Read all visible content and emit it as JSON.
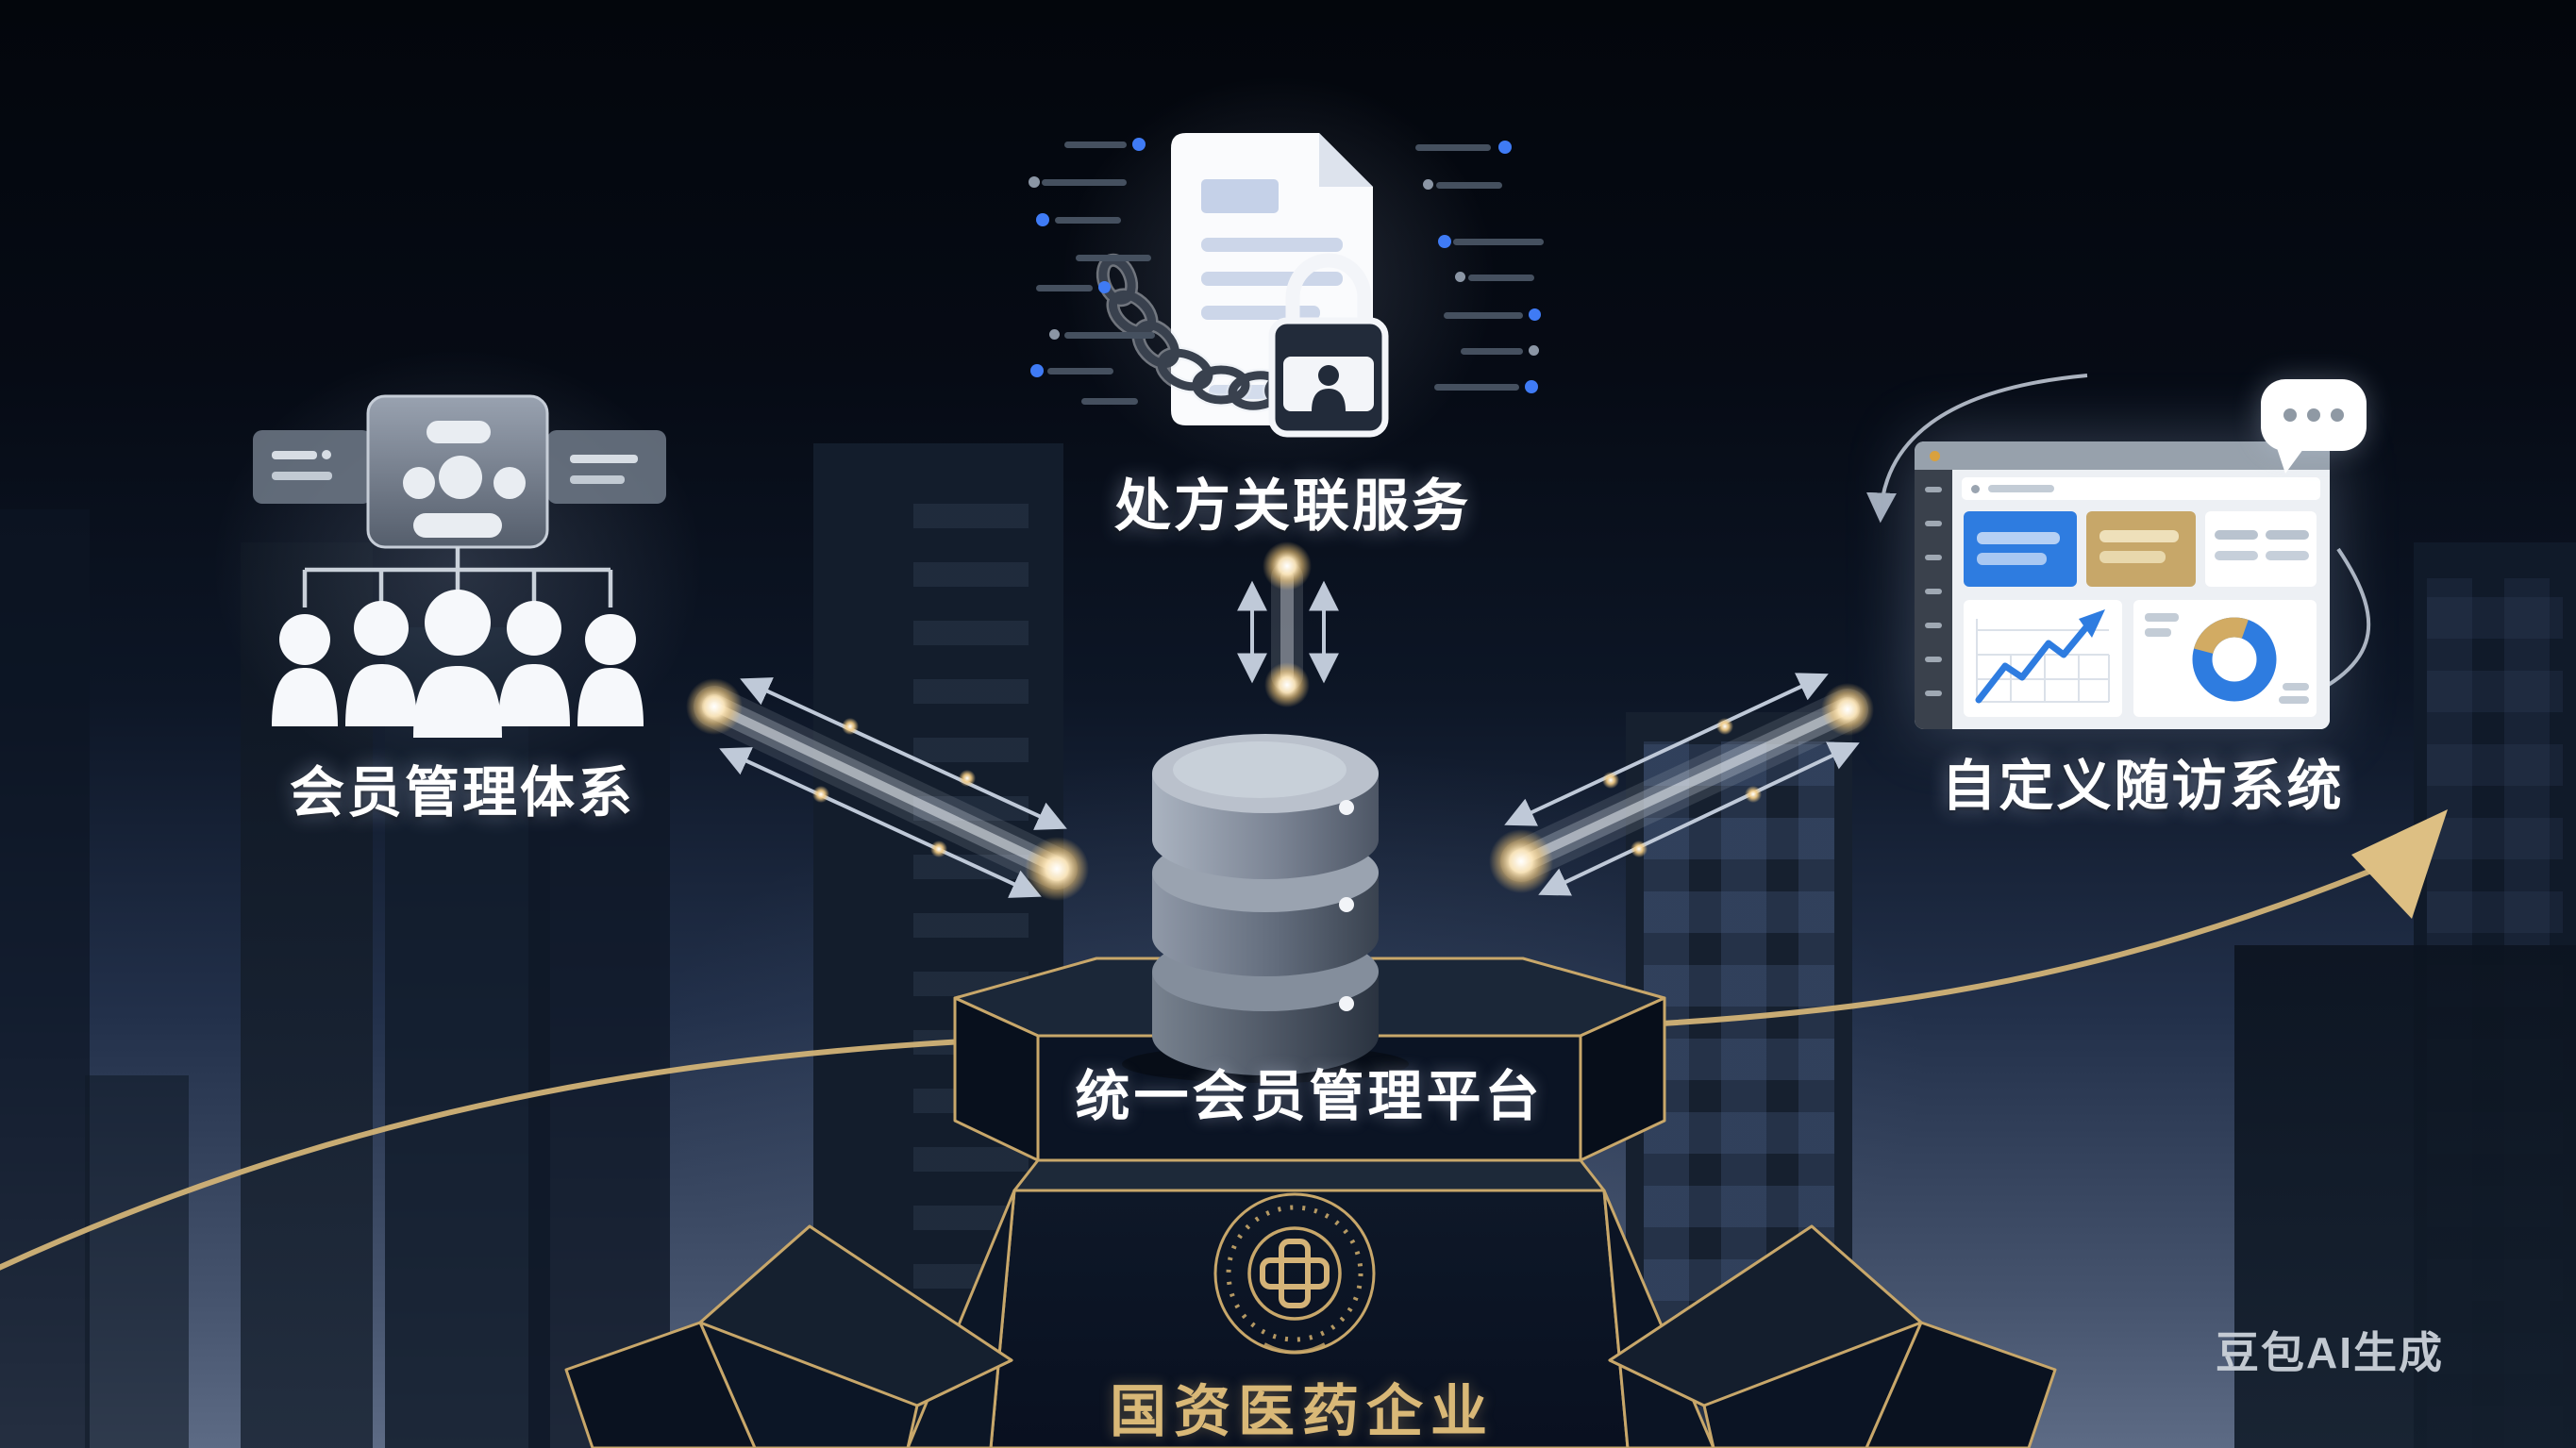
{
  "poster": {
    "platform_label": "统一会员管理平台",
    "org_label": "国资医药企业",
    "watermark": "豆包AI生成",
    "features": {
      "member": "会员管理体系",
      "prescription": "处方关联服务",
      "followup": "自定义随访系统"
    },
    "icons": {
      "member": "org-structure-people-icon",
      "prescription": "document-chain-padlock-icon",
      "followup": "dashboard-window-icon",
      "center": "database-icon",
      "emblem": "medical-cross-laurel-emblem",
      "growth": "gold-growth-arrow-icon"
    },
    "colors": {
      "gold_trim": "#c8a76a",
      "gold_text": "#d9b877",
      "accent_blue": "#2e7ce0",
      "card_tan": "#c7a769",
      "white": "#ffffff",
      "bg_top": "#03060c",
      "bg_bottom": "#5d6b85"
    }
  }
}
